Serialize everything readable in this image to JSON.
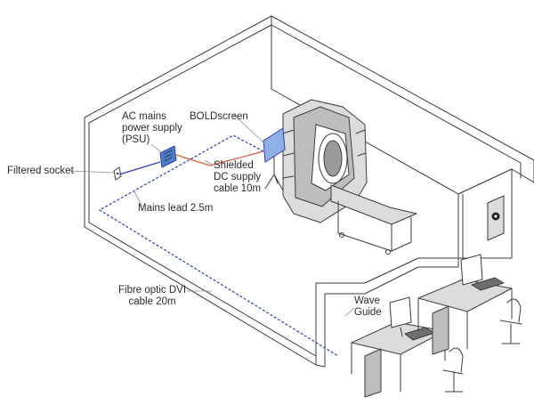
{
  "diagram": {
    "labels": {
      "filtered_socket": "Filtered socket",
      "psu": "AC mains\npower supply\n(PSU)",
      "boldscreen": "BOLDscreen",
      "dc_cable": "Shielded\nDC supply\ncable 10m",
      "mains_lead": "Mains lead 2.5m",
      "fibre_optic": "Fibre optic DVI\ncable 20m",
      "wave_guide": "Wave\nGuide"
    },
    "colors": {
      "fibre_cable": "#2f3fb0",
      "dc_cable": "#e05a3a",
      "psu_fill": "#4a7fd0",
      "line": "#3c3c3c"
    }
  }
}
